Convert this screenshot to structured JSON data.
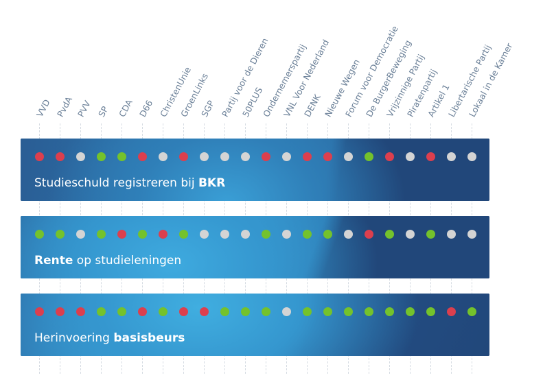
{
  "parties": [
    "VVD",
    "PvdA",
    "PVV",
    "SP",
    "CDA",
    "D66",
    "ChristenUnie",
    "GroenLinks",
    "SGP",
    "Partij voor de Dieren",
    "50PLUS",
    "Ondernemerspartij",
    "VNL Voor Nederland",
    "DENK",
    "Nieuwe Wegen",
    "Forum voor Democratie",
    "De BurgerBeweging",
    "Vrijzinnige Partij",
    "Piratenpartij",
    "Artikel 1",
    "Libertarische Partij",
    "Lokaal in de Kamer"
  ],
  "colors": {
    "against": "#dc3f4e",
    "for": "#74c22c",
    "neutral": "#d4d4d4"
  },
  "rows": [
    {
      "title_pre": "Studieschuld registreren bij ",
      "title_bold": "BKR",
      "title_post": "",
      "votes": [
        "against",
        "against",
        "neutral",
        "for",
        "for",
        "against",
        "neutral",
        "against",
        "neutral",
        "neutral",
        "neutral",
        "against",
        "neutral",
        "against",
        "against",
        "neutral",
        "for",
        "against",
        "neutral",
        "against",
        "neutral",
        "neutral"
      ]
    },
    {
      "title_pre": "",
      "title_bold": "Rente",
      "title_post": " op studieleningen",
      "votes": [
        "for",
        "for",
        "neutral",
        "for",
        "against",
        "for",
        "against",
        "for",
        "neutral",
        "neutral",
        "neutral",
        "for",
        "neutral",
        "for",
        "for",
        "neutral",
        "against",
        "for",
        "neutral",
        "for",
        "neutral",
        "neutral"
      ]
    },
    {
      "title_pre": "Herinvoering ",
      "title_bold": "basisbeurs",
      "title_post": "",
      "votes": [
        "against",
        "against",
        "against",
        "for",
        "for",
        "against",
        "for",
        "against",
        "against",
        "for",
        "for",
        "for",
        "neutral",
        "for",
        "for",
        "for",
        "for",
        "for",
        "for",
        "for",
        "against",
        "for"
      ]
    }
  ]
}
